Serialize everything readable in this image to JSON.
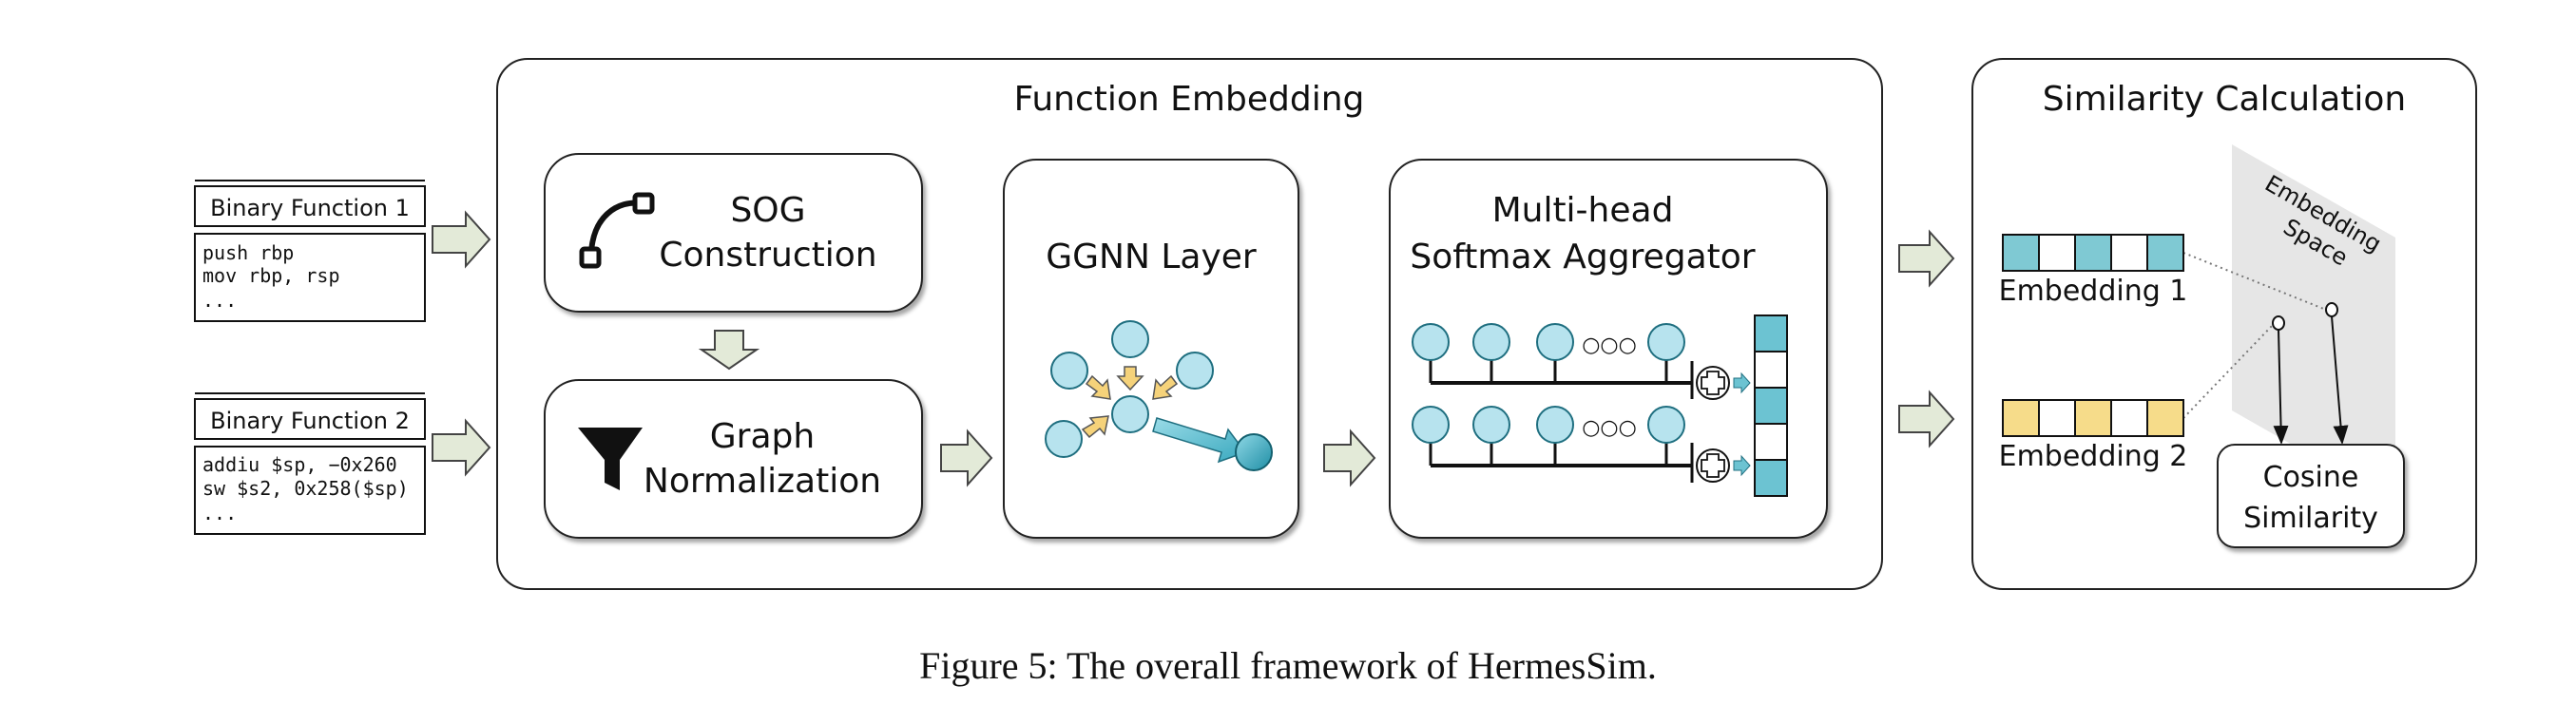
{
  "inputs": [
    {
      "title": "Binary Function 1",
      "code": [
        "push rbp",
        "mov rbp, rsp",
        "..."
      ]
    },
    {
      "title": "Binary Function 2",
      "code": [
        "addiu $sp, −0x260",
        "sw $s2, 0x258($sp)",
        "..."
      ]
    }
  ],
  "function_embedding": {
    "title": "Function Embedding",
    "sog_line1": "SOG",
    "sog_line2": "Construction",
    "norm_line1": "Graph",
    "norm_line2": "Normalization",
    "ggnn": "GGNN Layer",
    "agg_line1": "Multi-head",
    "agg_line2": "Softmax Aggregator",
    "dots": "○○○"
  },
  "similarity": {
    "title": "Similarity Calculation",
    "space_line1": "Embedding",
    "space_line2": "Space",
    "emb1": "Embedding 1",
    "emb2": "Embedding 2",
    "cos_line1": "Cosine",
    "cos_line2": "Similarity",
    "emb1_cells": [
      "#7fc9d3",
      "#ffffff",
      "#7fc9d3",
      "#ffffff",
      "#7fc9d3"
    ],
    "emb2_cells": [
      "#f6dc8a",
      "#ffffff",
      "#f6dc8a",
      "#ffffff",
      "#f6dc8a"
    ]
  },
  "caption": "Figure 5: The overall framework of HermesSim.",
  "colors": {
    "node": "#b7e3ee",
    "teal": "#6cc3d2",
    "arrow_fill": "#e3ead8",
    "yellow": "#f5d27a",
    "panel_bg": "#e6e6e6"
  }
}
